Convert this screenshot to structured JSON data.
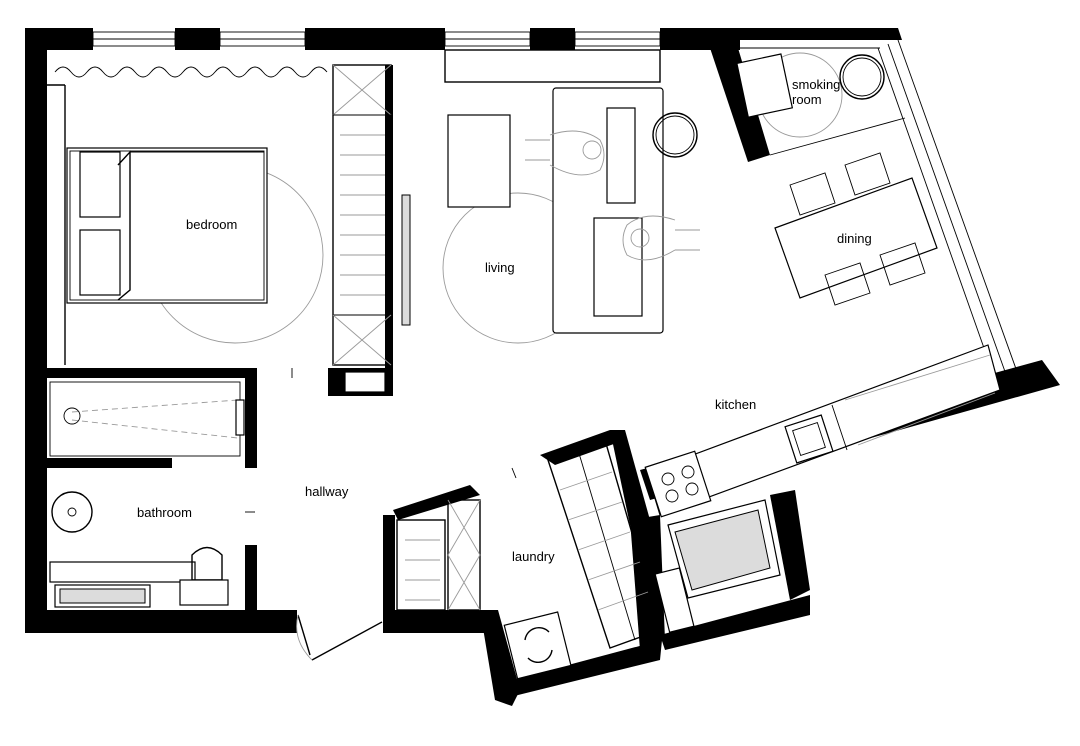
{
  "labels": {
    "bedroom": "bedroom",
    "living": "living",
    "smoking_room_line1": "smoking",
    "smoking_room_line2": "room",
    "dining": "dining",
    "kitchen": "kitchen",
    "hallway": "hallway",
    "bathroom": "bathroom",
    "laundry": "laundry"
  },
  "colors": {
    "wall": "#000000",
    "fixture_line": "#000000",
    "swing_arc": "#9a9a9a",
    "background": "#ffffff"
  },
  "icons": {
    "bed": "bed-icon",
    "table": "table-icon",
    "chair": "chair-icon",
    "plant": "round-plant-icon",
    "person": "person-icon",
    "sink": "sink-icon",
    "stove": "stove-icon",
    "toilet": "toilet-icon",
    "washer": "washing-machine-icon",
    "bathtub": "bathtub-icon"
  }
}
